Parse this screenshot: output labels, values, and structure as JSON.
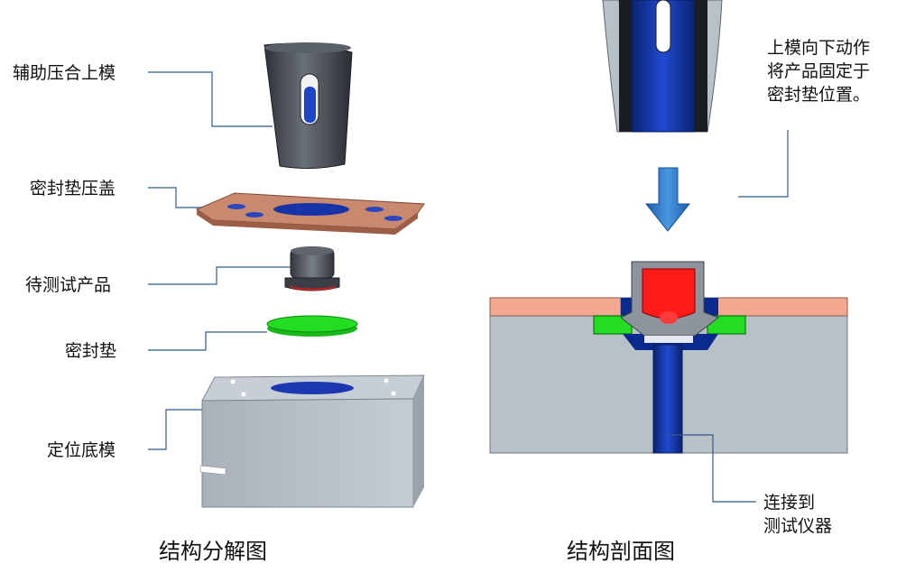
{
  "exploded_view": {
    "caption": "结构分解图",
    "labels": {
      "upper_mold": "辅助压合上模",
      "seal_cover": "密封垫压盖",
      "product": "待测试产品",
      "gasket": "密封垫",
      "base_mold": "定位底模"
    }
  },
  "section_view": {
    "caption": "结构剖面图",
    "note_lines": [
      "上模向下动作",
      "将产品固定于",
      "密封垫位置。"
    ],
    "connect_lines": [
      "连接到",
      "测试仪器"
    ]
  },
  "colors": {
    "leader": "#2f5b8c",
    "arrow": "#2a78c8",
    "copper": "#c9896e",
    "green": "#22dd22",
    "red": "#ff1a1a",
    "navy": "#0b2a8f",
    "steel": "#4a4f56",
    "grey_block": "#b8c0c8"
  }
}
